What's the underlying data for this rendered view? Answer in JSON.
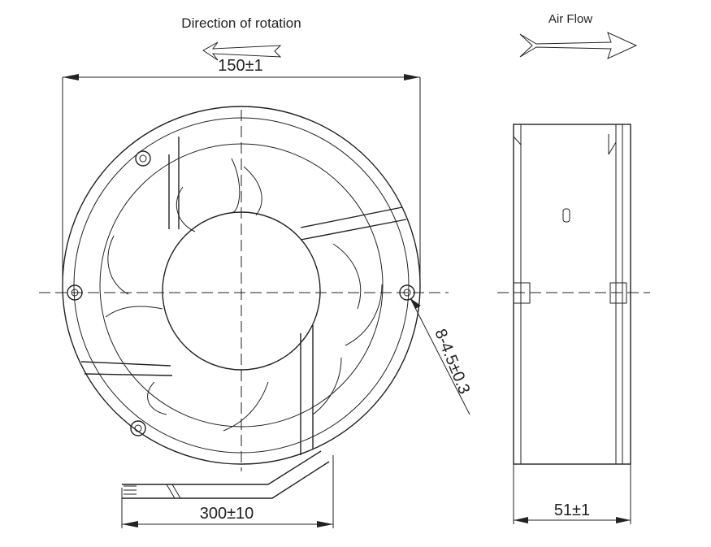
{
  "labels": {
    "rotation": "Direction of rotation",
    "airflow": "Air Flow",
    "width_dim": "150±1",
    "cable_dim": "300±10",
    "hole_dim": "8-4.5±0.3",
    "depth_dim": "51±1"
  },
  "colors": {
    "line": "#222222",
    "background": "#ffffff"
  }
}
